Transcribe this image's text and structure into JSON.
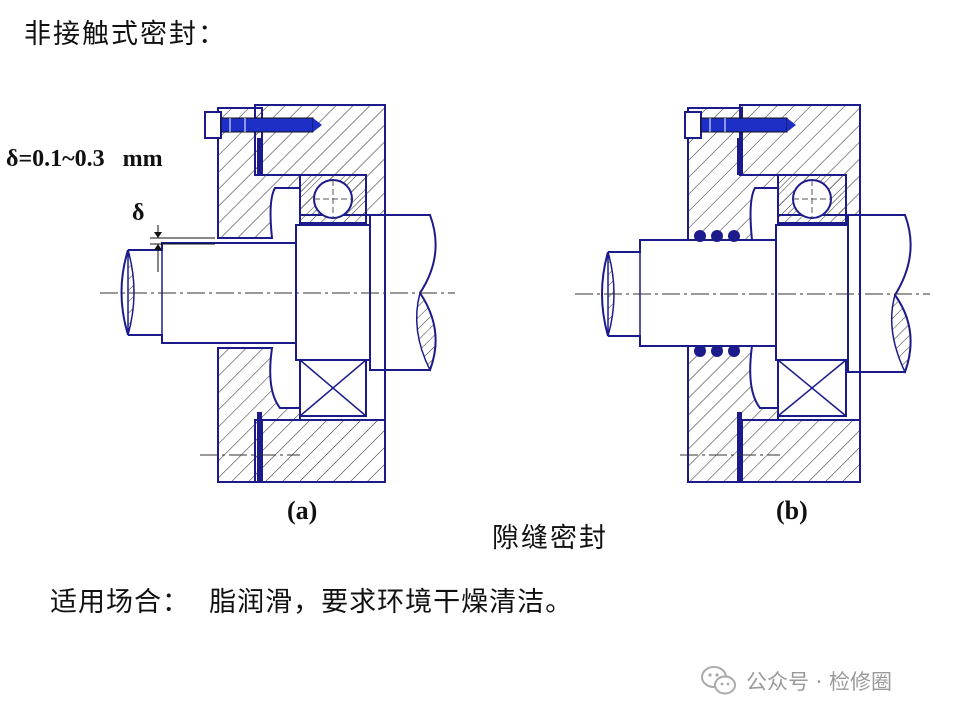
{
  "title": "非接触式密封：",
  "delta_formula": "δ=0.1~0.3   mm",
  "delta_label": "δ",
  "figure_a_label": "(a)",
  "figure_b_label": "(b)",
  "figure_caption": "隙缝密封",
  "usage_text": "适用场合：  脂润滑，要求环境干燥清洁。",
  "watermark": {
    "icon": "wechat-icon",
    "text": "公众号 · 检修圈"
  },
  "colors": {
    "outline": "#1b1b8c",
    "bolt": "#1e2fc8",
    "hatch": "#333333",
    "balls": "#1b1b8c"
  }
}
